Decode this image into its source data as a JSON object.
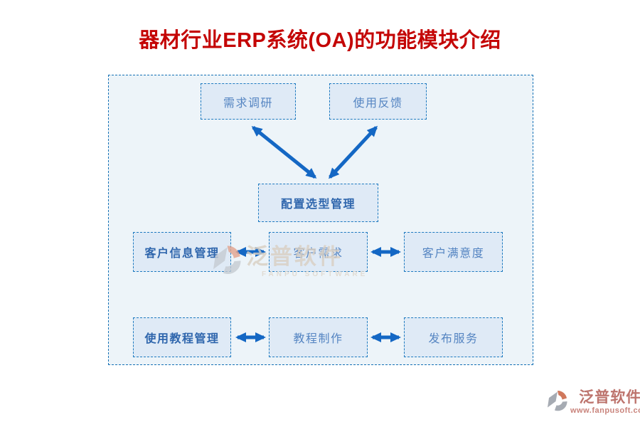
{
  "title": "器材行业ERP系统(OA)的功能模块介绍",
  "colors": {
    "title_red": "#c40505",
    "arrow_blue": "#1467c4",
    "box_border_blue": "#1e7ac0",
    "box_fill_blue": "#dfeaf6",
    "frame_fill_blue": "#edf4f9",
    "node_text_blue": "#5585c2",
    "node_text_bold_blue": "#2f66ad"
  },
  "diagram": {
    "nodes": [
      {
        "id": "demand-research",
        "label": "需求调研",
        "bold": false
      },
      {
        "id": "usage-feedback",
        "label": "使用反馈",
        "bold": false
      },
      {
        "id": "config-selection-mgmt",
        "label": "配置选型管理",
        "bold": true
      },
      {
        "id": "customer-info-mgmt",
        "label": "客户信息管理",
        "bold": true
      },
      {
        "id": "customer-demand",
        "label": "客户需求",
        "bold": false
      },
      {
        "id": "customer-satisfaction",
        "label": "客户满意度",
        "bold": false
      },
      {
        "id": "tutorial-usage-mgmt",
        "label": "使用教程管理",
        "bold": true
      },
      {
        "id": "tutorial-production",
        "label": "教程制作",
        "bold": false
      },
      {
        "id": "publish-service",
        "label": "发布服务",
        "bold": false
      }
    ],
    "connections": [
      "需求调研 ↔ 配置选型管理",
      "使用反馈 ↔ 配置选型管理",
      "客户信息管理 ↔ 客户需求",
      "客户需求 ↔ 客户满意度",
      "使用教程管理 ↔ 教程制作",
      "教程制作 ↔ 发布服务"
    ]
  },
  "watermark": {
    "name": "泛普软件",
    "subtitle": "FANPU SOFTWARE"
  },
  "brand": {
    "name": "泛普软件",
    "url": "www.fanpusoft.com"
  }
}
